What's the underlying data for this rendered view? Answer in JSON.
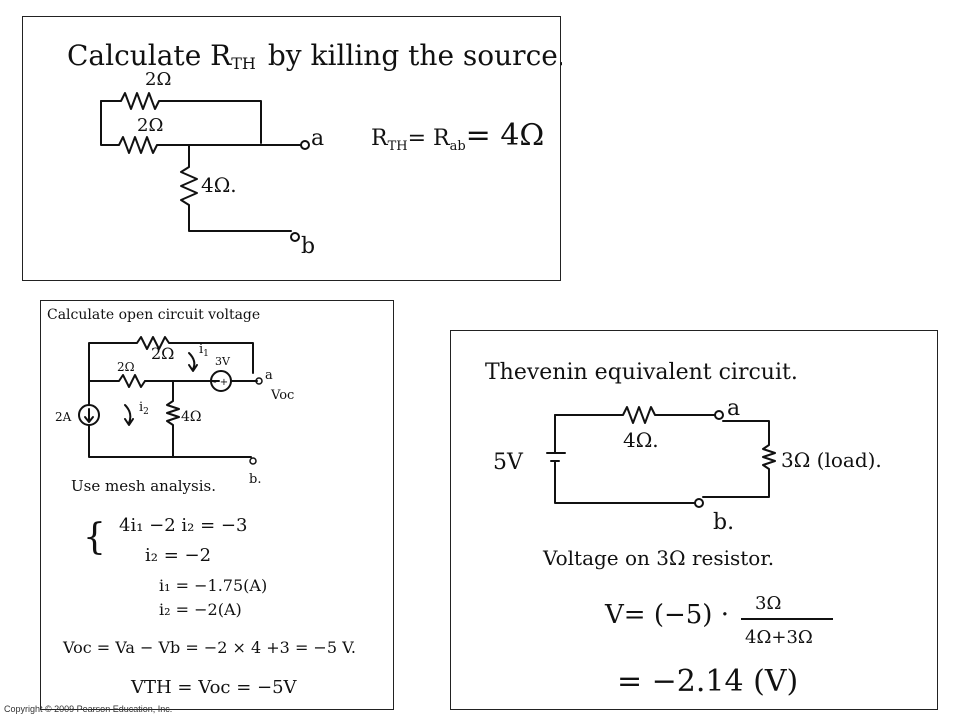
{
  "panel1": {
    "title": "Calculate R",
    "title_sub": "TH",
    "title_rest": "by killing the source.",
    "r_top": "2Ω",
    "r_mid": "2Ω",
    "r_vert": "4Ω.",
    "node_a": "a",
    "node_b": "b",
    "result_lhs": "R",
    "result_sub": "TH",
    "result_eq": "= R",
    "result_sub2": "ab",
    "result_val": "= 4Ω"
  },
  "panel2": {
    "title": "Calculate open circuit voltage",
    "r_top": "2Ω",
    "r_mid": "2Ω",
    "r_vert": "4Ω",
    "i1": "i",
    "i1_sub": "1",
    "i2": "i",
    "i2_sub": "2",
    "src_v": "3V",
    "src_i": "2A",
    "node_a": "a",
    "node_b": "b.",
    "voc": "Voc",
    "method": "Use mesh analysis.",
    "eq1": "4i₁ −2 i₂ = −3",
    "eq2": "i₂ = −2",
    "eq3": "i₁ = −1.75(A)",
    "eq4": "i₂ = −2(A)",
    "voc_eq": "Voc = Va − Vb = −2 × 4 +3 = −5 V.",
    "vth_eq": "VTH = Voc = −5V"
  },
  "panel3": {
    "title": "Thevenin equivalent circuit.",
    "src": "5V",
    "r_series": "4Ω.",
    "r_load": "3Ω (load).",
    "node_a": "a",
    "node_b": "b.",
    "subtitle": "Voltage on 3Ω resistor.",
    "v_lhs": "V= (−5) ·",
    "num": "3Ω",
    "den": "4Ω+3Ω",
    "result": "= −2.14 (V)"
  },
  "footer": {
    "copyright": "Copyright © 2009 Pearson Education, Inc."
  }
}
